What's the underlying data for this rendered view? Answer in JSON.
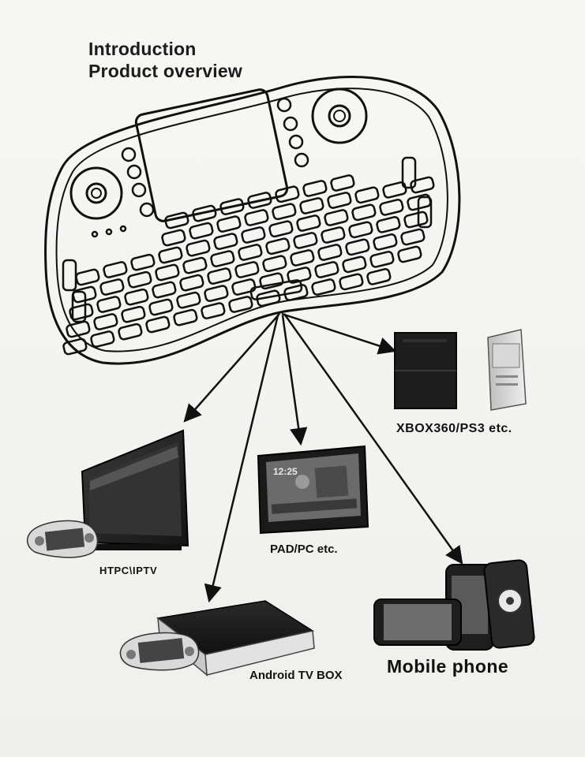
{
  "heading": {
    "line1": "Introduction",
    "line2": "Product overview"
  },
  "devices": {
    "console": "XBOX360/PS3 etc.",
    "tablet": "PAD/PC etc.",
    "tv": "HTPC\\IPTV",
    "tvbox": "Android TV BOX",
    "mobile": "Mobile phone"
  },
  "tablet_screen": {
    "clock": "12:25"
  },
  "colors": {
    "ink": "#111111",
    "paper": "#f4f4f1",
    "dark_device": "#1e1e1e"
  }
}
